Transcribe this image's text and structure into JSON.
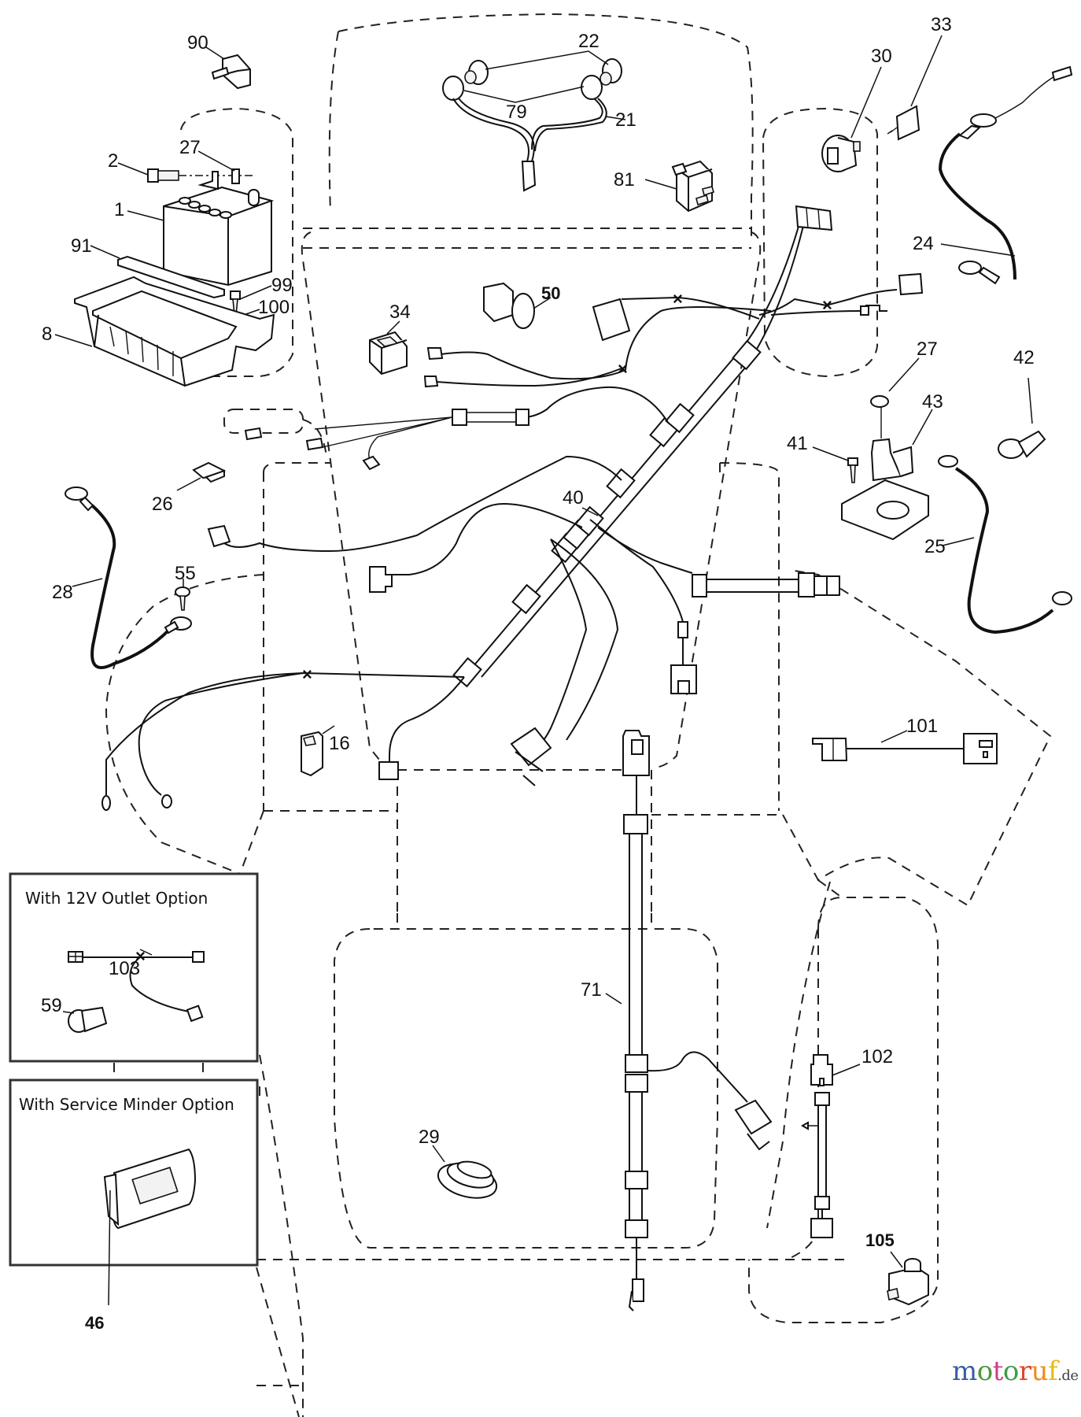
{
  "diagram": {
    "title": "Wiring harness / electrical parts diagram",
    "labels": {
      "p90": "90",
      "p2": "2",
      "p27a": "27",
      "p1": "1",
      "p91": "91",
      "p99": "99",
      "p100": "100",
      "p8": "8",
      "p22": "22",
      "p79": "79",
      "p21": "21",
      "p81": "81",
      "p30": "30",
      "p33": "33",
      "p24": "24",
      "p50": "50",
      "p34": "34",
      "p27b": "27",
      "p42": "42",
      "p43": "43",
      "p41": "41",
      "p25": "25",
      "p40": "40",
      "p26": "26",
      "p28": "28",
      "p55": "55",
      "p16": "16",
      "p101": "101",
      "p103": "103",
      "p59": "59",
      "p46": "46",
      "p71": "71",
      "p29": "29",
      "p102": "102",
      "p105": "105"
    },
    "options": {
      "outlet_title": "With 12V Outlet Option",
      "service_title": "With Service Minder Option"
    }
  },
  "brand": {
    "letters": [
      {
        "ch": "m",
        "color": "#3b5aa8"
      },
      {
        "ch": "o",
        "color": "#4a9a3a"
      },
      {
        "ch": "t",
        "color": "#d23c8a"
      },
      {
        "ch": "o",
        "color": "#3e9c45"
      },
      {
        "ch": "r",
        "color": "#e0452b"
      },
      {
        "ch": "u",
        "color": "#f08a1e"
      },
      {
        "ch": "f",
        "color": "#e8b916"
      }
    ],
    "suffix": ".de"
  }
}
